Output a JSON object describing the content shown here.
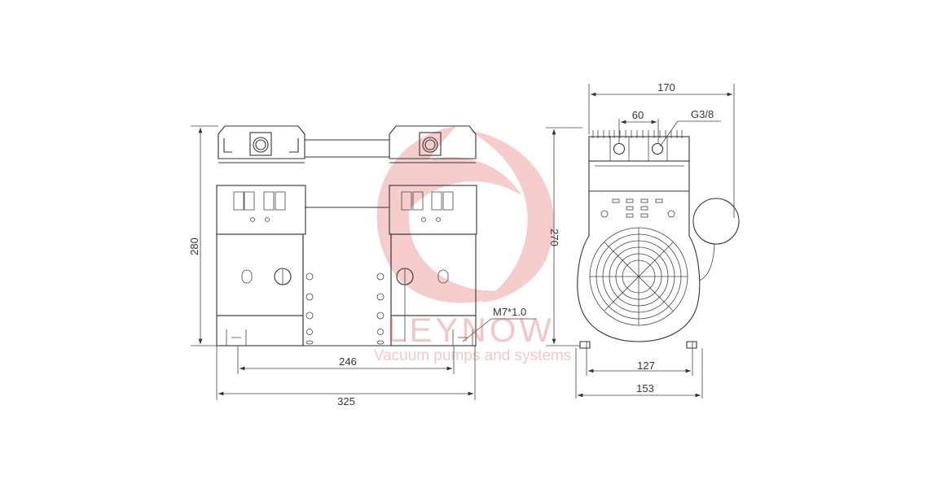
{
  "drawing": {
    "front_view": {
      "height_label": "280",
      "mount_spacing_label": "246",
      "overall_width_label": "325",
      "thread_label": "M7*1.0"
    },
    "side_view": {
      "width_label": "170",
      "port_spacing_label": "60",
      "port_thread_label": "G3/8",
      "height_label": "270",
      "mount_spacing_label": "127",
      "base_width_label": "153"
    }
  },
  "watermark": {
    "brand": "LEYNOW",
    "tagline": "Vacuum pumps and systems",
    "color": "#e06060"
  }
}
